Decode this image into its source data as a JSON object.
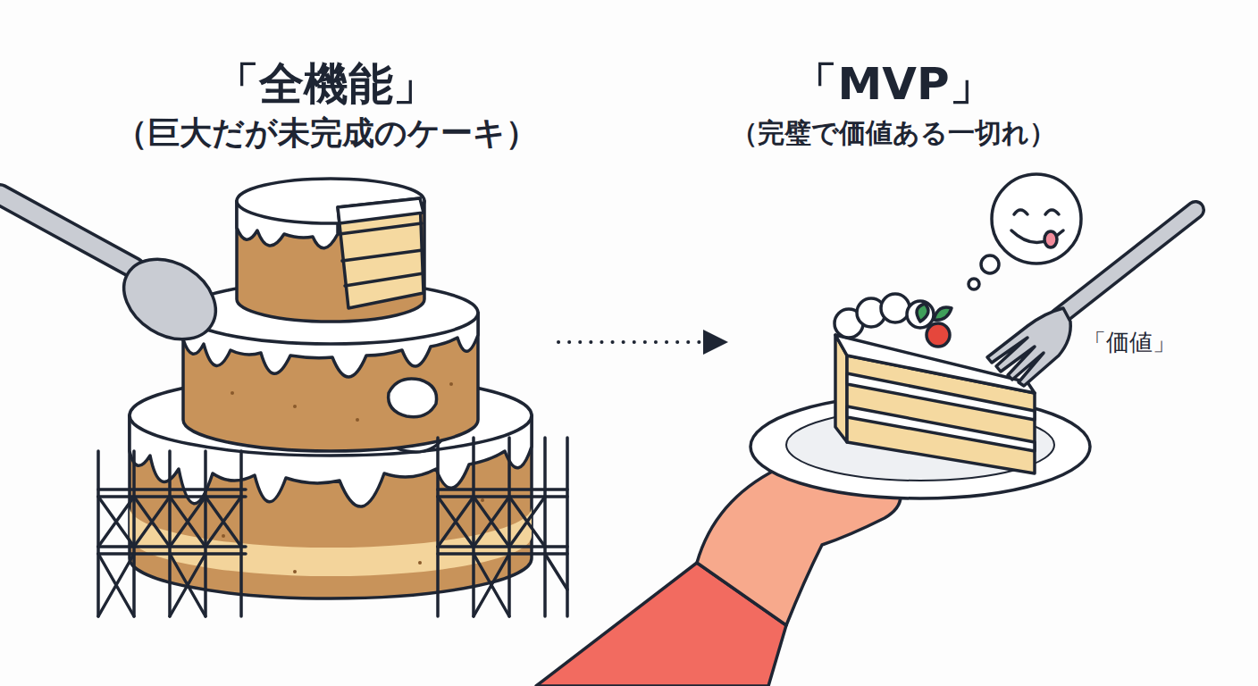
{
  "diagram": {
    "nodes": [
      {
        "text": [
          "「全機能」",
          "（巨大だが未完成のケーキ）"
        ]
      },
      {
        "text": [
          "「MVP」",
          "（完璧で価値ある一切れ）"
        ]
      }
    ],
    "edges": [
      {
        "from": 0,
        "to": 1,
        "arrow": "to"
      }
    ],
    "labels": [
      "「価値」"
    ]
  }
}
